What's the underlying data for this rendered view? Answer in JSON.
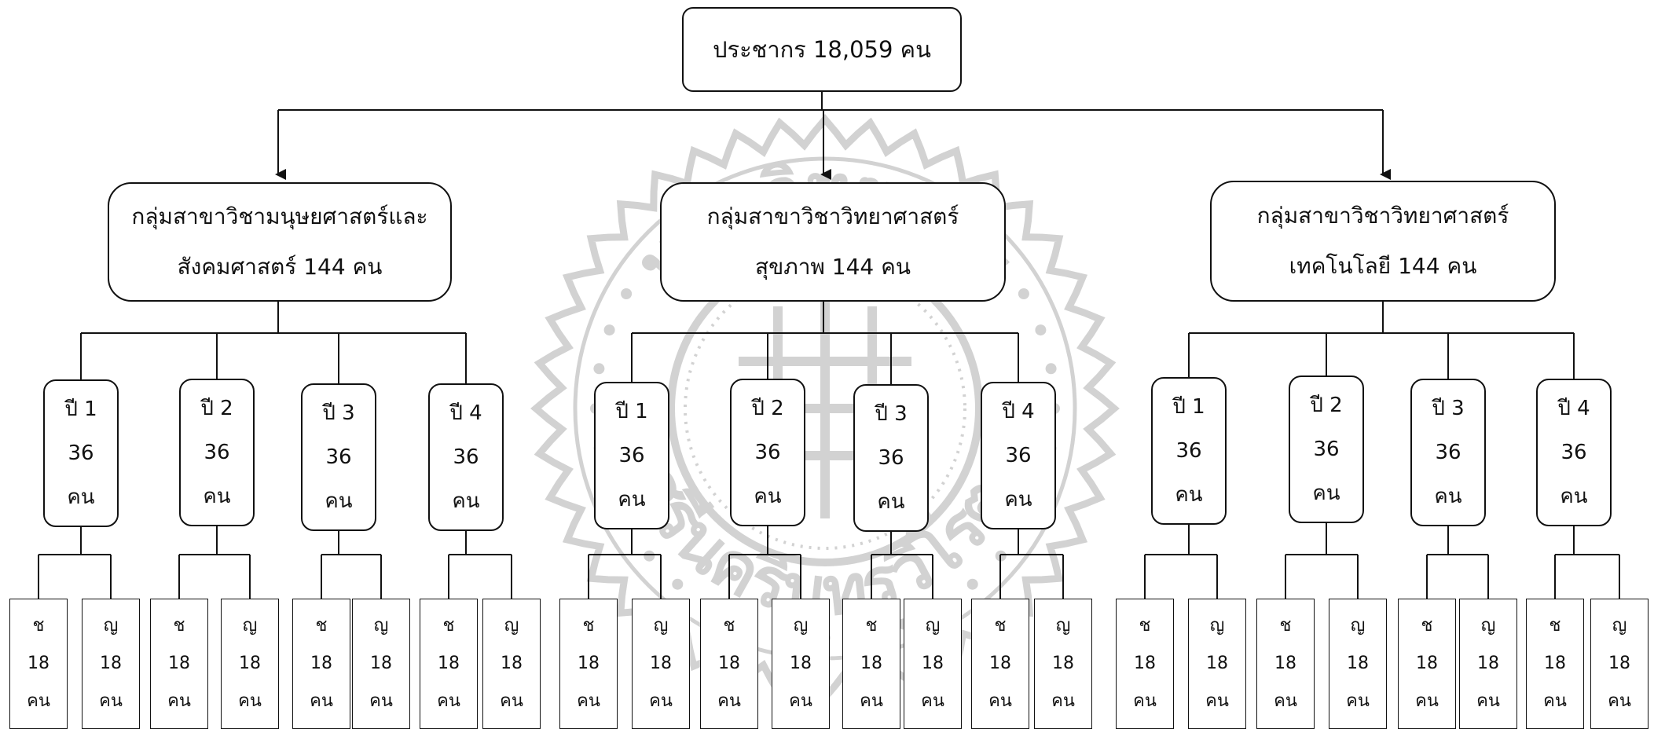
{
  "root": {
    "label": "ประชากร 18,059 คน"
  },
  "groups": [
    {
      "line1": "กลุ่มสาขาวิชามนุษยศาสตร์และ",
      "line2": "สังคมศาสตร์  144 คน"
    },
    {
      "line1": "กลุ่มสาขาวิชาวิทยาศาสตร์",
      "line2": "สุขภาพ 144 คน"
    },
    {
      "line1": "กลุ่มสาขาวิชาวิทยาศาสตร์",
      "line2": "เทคโนโลยี 144 คน"
    }
  ],
  "years": [
    {
      "label": "ปี 1",
      "count": "36",
      "unit": "คน"
    },
    {
      "label": "ปี 2",
      "count": "36",
      "unit": "คน"
    },
    {
      "label": "ปี 3",
      "count": "36",
      "unit": "คน"
    },
    {
      "label": "ปี 4",
      "count": "36",
      "unit": "คน"
    }
  ],
  "sexes": [
    {
      "label": "ช",
      "count": "18",
      "unit": "คน"
    },
    {
      "label": "ญ",
      "count": "18",
      "unit": "คน"
    }
  ],
  "watermark": {
    "top_text": "มหาวิทยาลัย",
    "bottom_text": "ศรีนครินทรวิโรฒ"
  },
  "colors": {
    "line": "#111111",
    "watermark": "#d2d2d2"
  }
}
